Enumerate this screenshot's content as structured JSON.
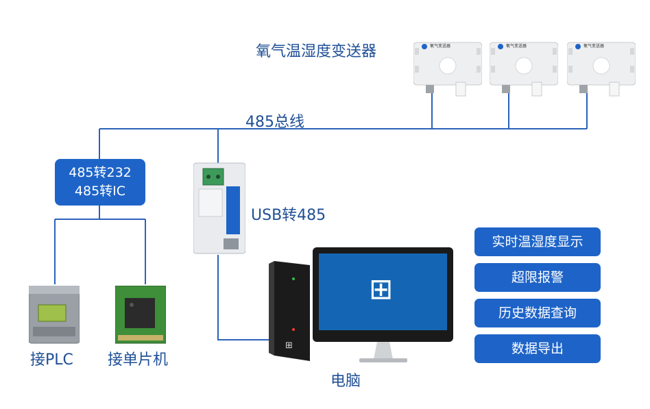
{
  "colors": {
    "line": "#2a62b8",
    "box": "#1e64c8",
    "label": "#1f4f96"
  },
  "labels": {
    "sensor_title": "氧气温湿度变送器",
    "bus": "485总线",
    "usb_converter": "USB转485",
    "plc": "接PLC",
    "mcu": "接单片机",
    "computer": "电脑"
  },
  "converter_box": {
    "line1": "485转232",
    "line2": "485转IC"
  },
  "functions": [
    "实时温湿度显示",
    "超限报警",
    "历史数据查询",
    "数据导出"
  ],
  "sensor_device": {
    "brand_text": "氧气变送器"
  },
  "icons": {
    "windows": "windows-logo-icon"
  }
}
